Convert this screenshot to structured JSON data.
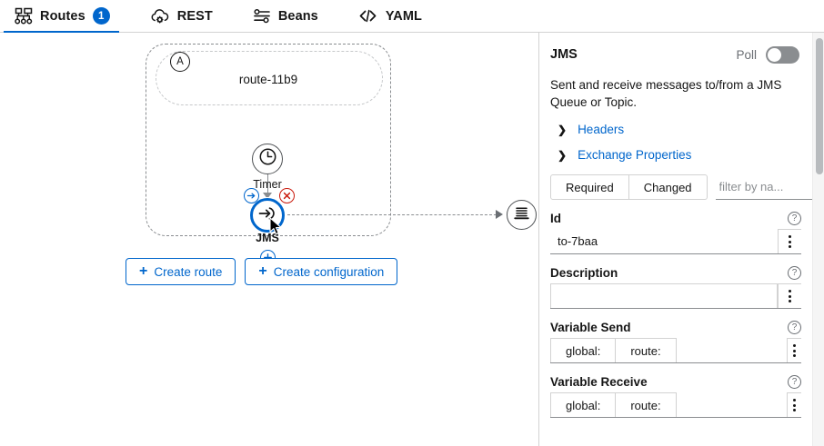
{
  "tabs": [
    {
      "id": "routes",
      "label": "Routes",
      "icon": "routes-hierarchy-icon",
      "badge": "1",
      "active": true
    },
    {
      "id": "rest",
      "label": "REST",
      "icon": "cloud-gear-icon",
      "badge": "",
      "active": false
    },
    {
      "id": "beans",
      "label": "Beans",
      "icon": "sliders-icon",
      "badge": "",
      "active": false
    },
    {
      "id": "yaml",
      "label": "YAML",
      "icon": "code-brackets-icon",
      "badge": "",
      "active": false
    }
  ],
  "canvas": {
    "route": {
      "badge": "A",
      "title": "route-11b9",
      "nodes": [
        {
          "id": "timer",
          "label": "Timer",
          "icon": "clock-icon",
          "selected": false
        },
        {
          "id": "jms",
          "label": "JMS",
          "icon": "arrow-into-icon",
          "selected": true
        },
        {
          "id": "log",
          "label": "",
          "icon": "log-document-icon",
          "selected": false
        }
      ],
      "actions": [
        {
          "id": "prepend",
          "name": "prepend-step-icon",
          "glyph": "→",
          "color": "#0066cc"
        },
        {
          "id": "delete",
          "name": "delete-step-icon",
          "glyph": "✕",
          "color": "#c9190b"
        },
        {
          "id": "append",
          "name": "append-step-icon",
          "glyph": "+",
          "color": "#0066cc"
        }
      ]
    },
    "buttons": [
      {
        "id": "create-route",
        "label": "Create route",
        "plus": "+"
      },
      {
        "id": "create-configuration",
        "label": "Create configuration",
        "plus": "+"
      }
    ]
  },
  "panel": {
    "title": "JMS",
    "poll_label": "Poll",
    "poll_on": false,
    "description": "Sent and receive messages to/from a JMS Queue or Topic.",
    "accordions": [
      {
        "id": "headers",
        "label": "Headers",
        "chevron": "❯"
      },
      {
        "id": "exchange-properties",
        "label": "Exchange Properties",
        "chevron": "❯"
      }
    ],
    "filter": {
      "required_label": "Required",
      "changed_label": "Changed",
      "placeholder": "filter by na...",
      "value": ""
    },
    "fields": [
      {
        "id": "id",
        "label": "Id",
        "help": "?",
        "value": "to-7baa",
        "placeholder": "",
        "segments": []
      },
      {
        "id": "description",
        "label": "Description",
        "help": "?",
        "value": "",
        "placeholder": "",
        "segments": []
      },
      {
        "id": "variable-send",
        "label": "Variable Send",
        "help": "?",
        "value": "",
        "placeholder": "",
        "segments": [
          "global:",
          "route:"
        ]
      },
      {
        "id": "variable-receive",
        "label": "Variable Receive",
        "help": "?",
        "value": "",
        "placeholder": "",
        "segments": [
          "global:",
          "route:"
        ]
      }
    ]
  },
  "colors": {
    "accent": "#0066cc",
    "danger": "#c9190b",
    "border": "#d2d2d2",
    "muted": "#6a6e73"
  }
}
